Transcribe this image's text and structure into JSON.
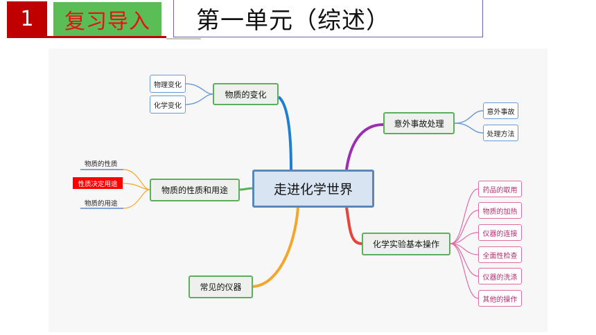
{
  "header": {
    "number": "1",
    "section_tag": "复习导入",
    "title": "第一单元（综述）"
  },
  "mindmap": {
    "center": "走进化学世界",
    "branches": {
      "change": {
        "label": "物质的变化",
        "children": [
          "物理变化",
          "化学变化"
        ]
      },
      "accident": {
        "label": "意外事故处理",
        "children": [
          "意外事故",
          "处理方法"
        ]
      },
      "property": {
        "label": "物质的性质和用途",
        "children": [
          "物质的性质",
          "性质决定用途",
          "物质的用途"
        ]
      },
      "experiment": {
        "label": "化学实验基本操作",
        "children": [
          "药品的取用",
          "物质的加热",
          "仪器的连接",
          "全面性检查",
          "仪器的洗涤",
          "其他的操作"
        ]
      },
      "instrument": {
        "label": "常见的仪器"
      }
    },
    "colors": {
      "center_border": "#5a86b8",
      "green_branch": "#5cae5a",
      "blue_line": "#1e7fd0",
      "purple_line": "#9b2fb0",
      "red_line": "#e8433a",
      "orange_line": "#f4a52c",
      "highlight": "#ff0000"
    }
  }
}
